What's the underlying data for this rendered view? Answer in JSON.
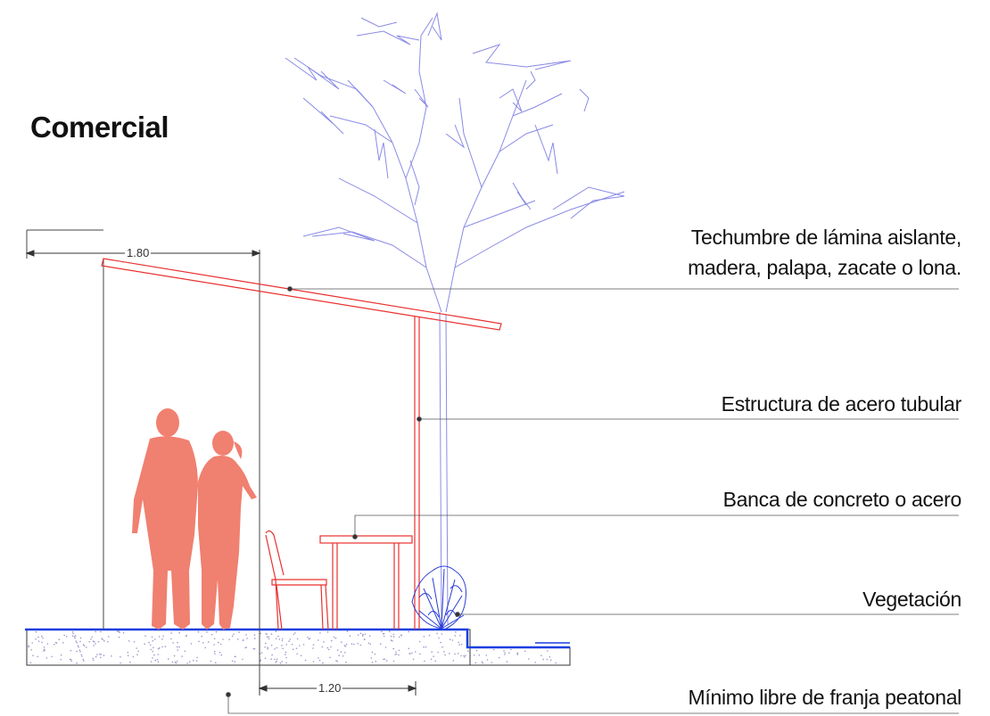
{
  "title": "Comercial",
  "labels": {
    "roof_line1": "Techumbre de lámina aislante,",
    "roof_line2": "madera, palapa, zacate o lona.",
    "structure": "Estructura de acero tubular",
    "bench": "Banca de concreto o acero",
    "vegetation": "Vegetación",
    "pedestrian": "Mínimo libre de franja peatonal"
  },
  "dimensions": {
    "top": "1.80",
    "bottom": "1.20"
  },
  "colors": {
    "roof_structure": "#e8312f",
    "people": "#f08070",
    "tree": "#8080e0",
    "ground_line": "#1a3fe0",
    "leader": "#555555"
  }
}
